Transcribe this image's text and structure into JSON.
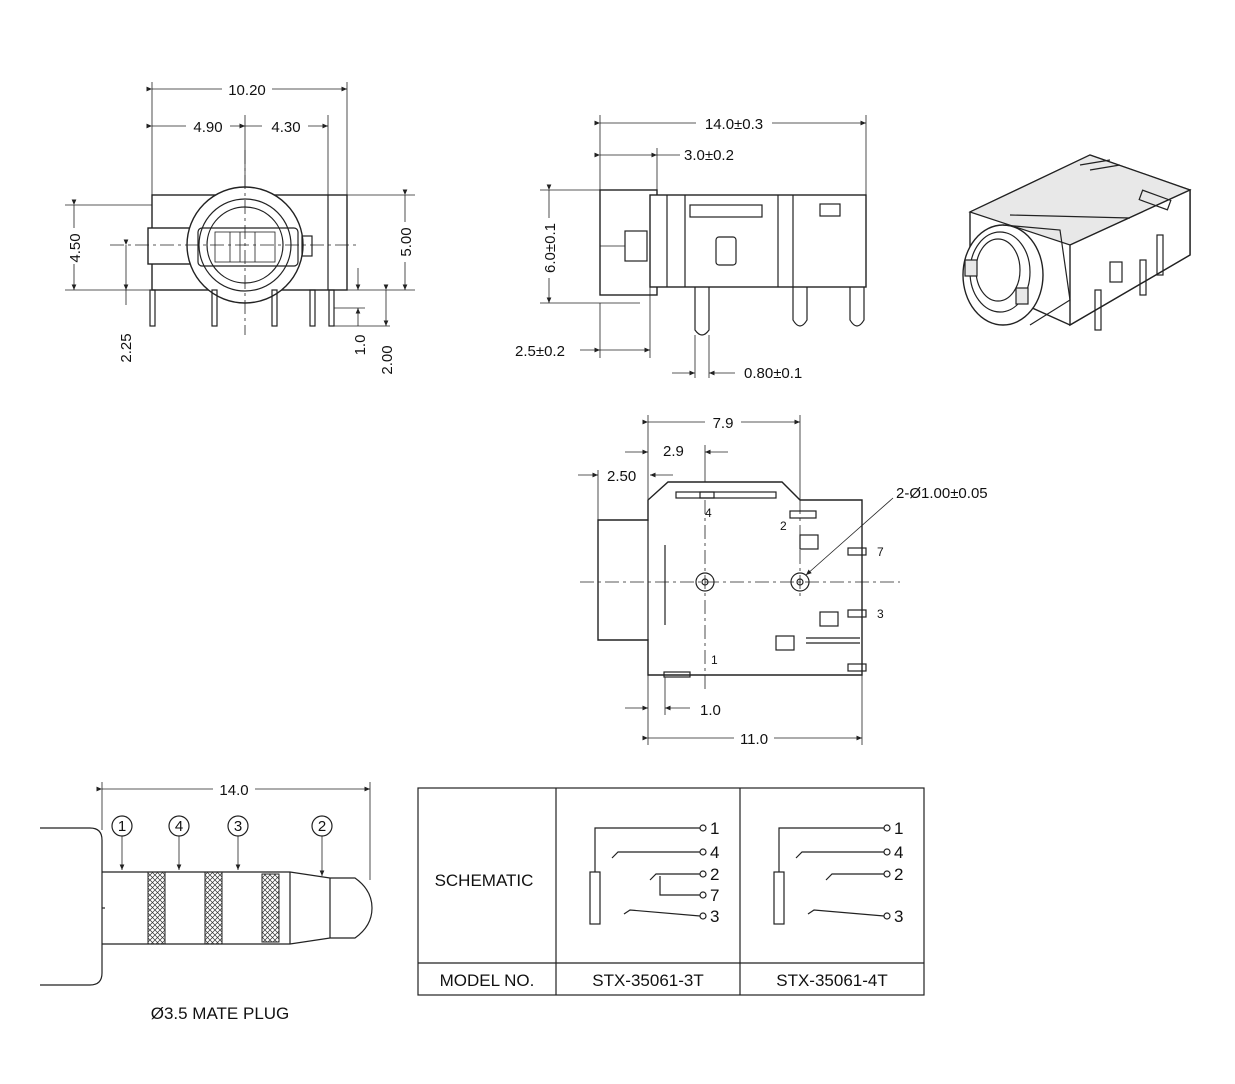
{
  "front_view": {
    "dim_width": "10.20",
    "dim_left": "4.90",
    "dim_right": "4.30",
    "dim_height_left": "4.50",
    "dim_height_right": "5.00",
    "dim_pin_offset": "2.25",
    "dim_pin_small": "1.0",
    "dim_pin_len": "2.00"
  },
  "side_view": {
    "dim_length": "14.0±0.3",
    "dim_nose": "3.0±0.2",
    "dim_height": "6.0±0.1",
    "dim_base": "2.5±0.2",
    "dim_pin_width": "0.80±0.1"
  },
  "bottom_view": {
    "dim_79": "7.9",
    "dim_29": "2.9",
    "dim_250": "2.50",
    "dim_hole": "2-Ø1.00±0.05",
    "dim_10": "1.0",
    "dim_110": "11.0",
    "pin_labels": [
      "4",
      "2",
      "7",
      "3",
      "1"
    ]
  },
  "plug": {
    "dim_length": "14.0",
    "callouts": [
      "1",
      "4",
      "3",
      "2"
    ],
    "caption": "Ø3.5 MATE PLUG"
  },
  "table": {
    "row_schematic": "SCHEMATIC",
    "row_model": "MODEL NO.",
    "model_3t": "STX-35061-3T",
    "model_4t": "STX-35061-4T",
    "pins_3t": [
      "1",
      "4",
      "2",
      "7",
      "3"
    ],
    "pins_4t": [
      "1",
      "4",
      "2",
      "3"
    ]
  }
}
